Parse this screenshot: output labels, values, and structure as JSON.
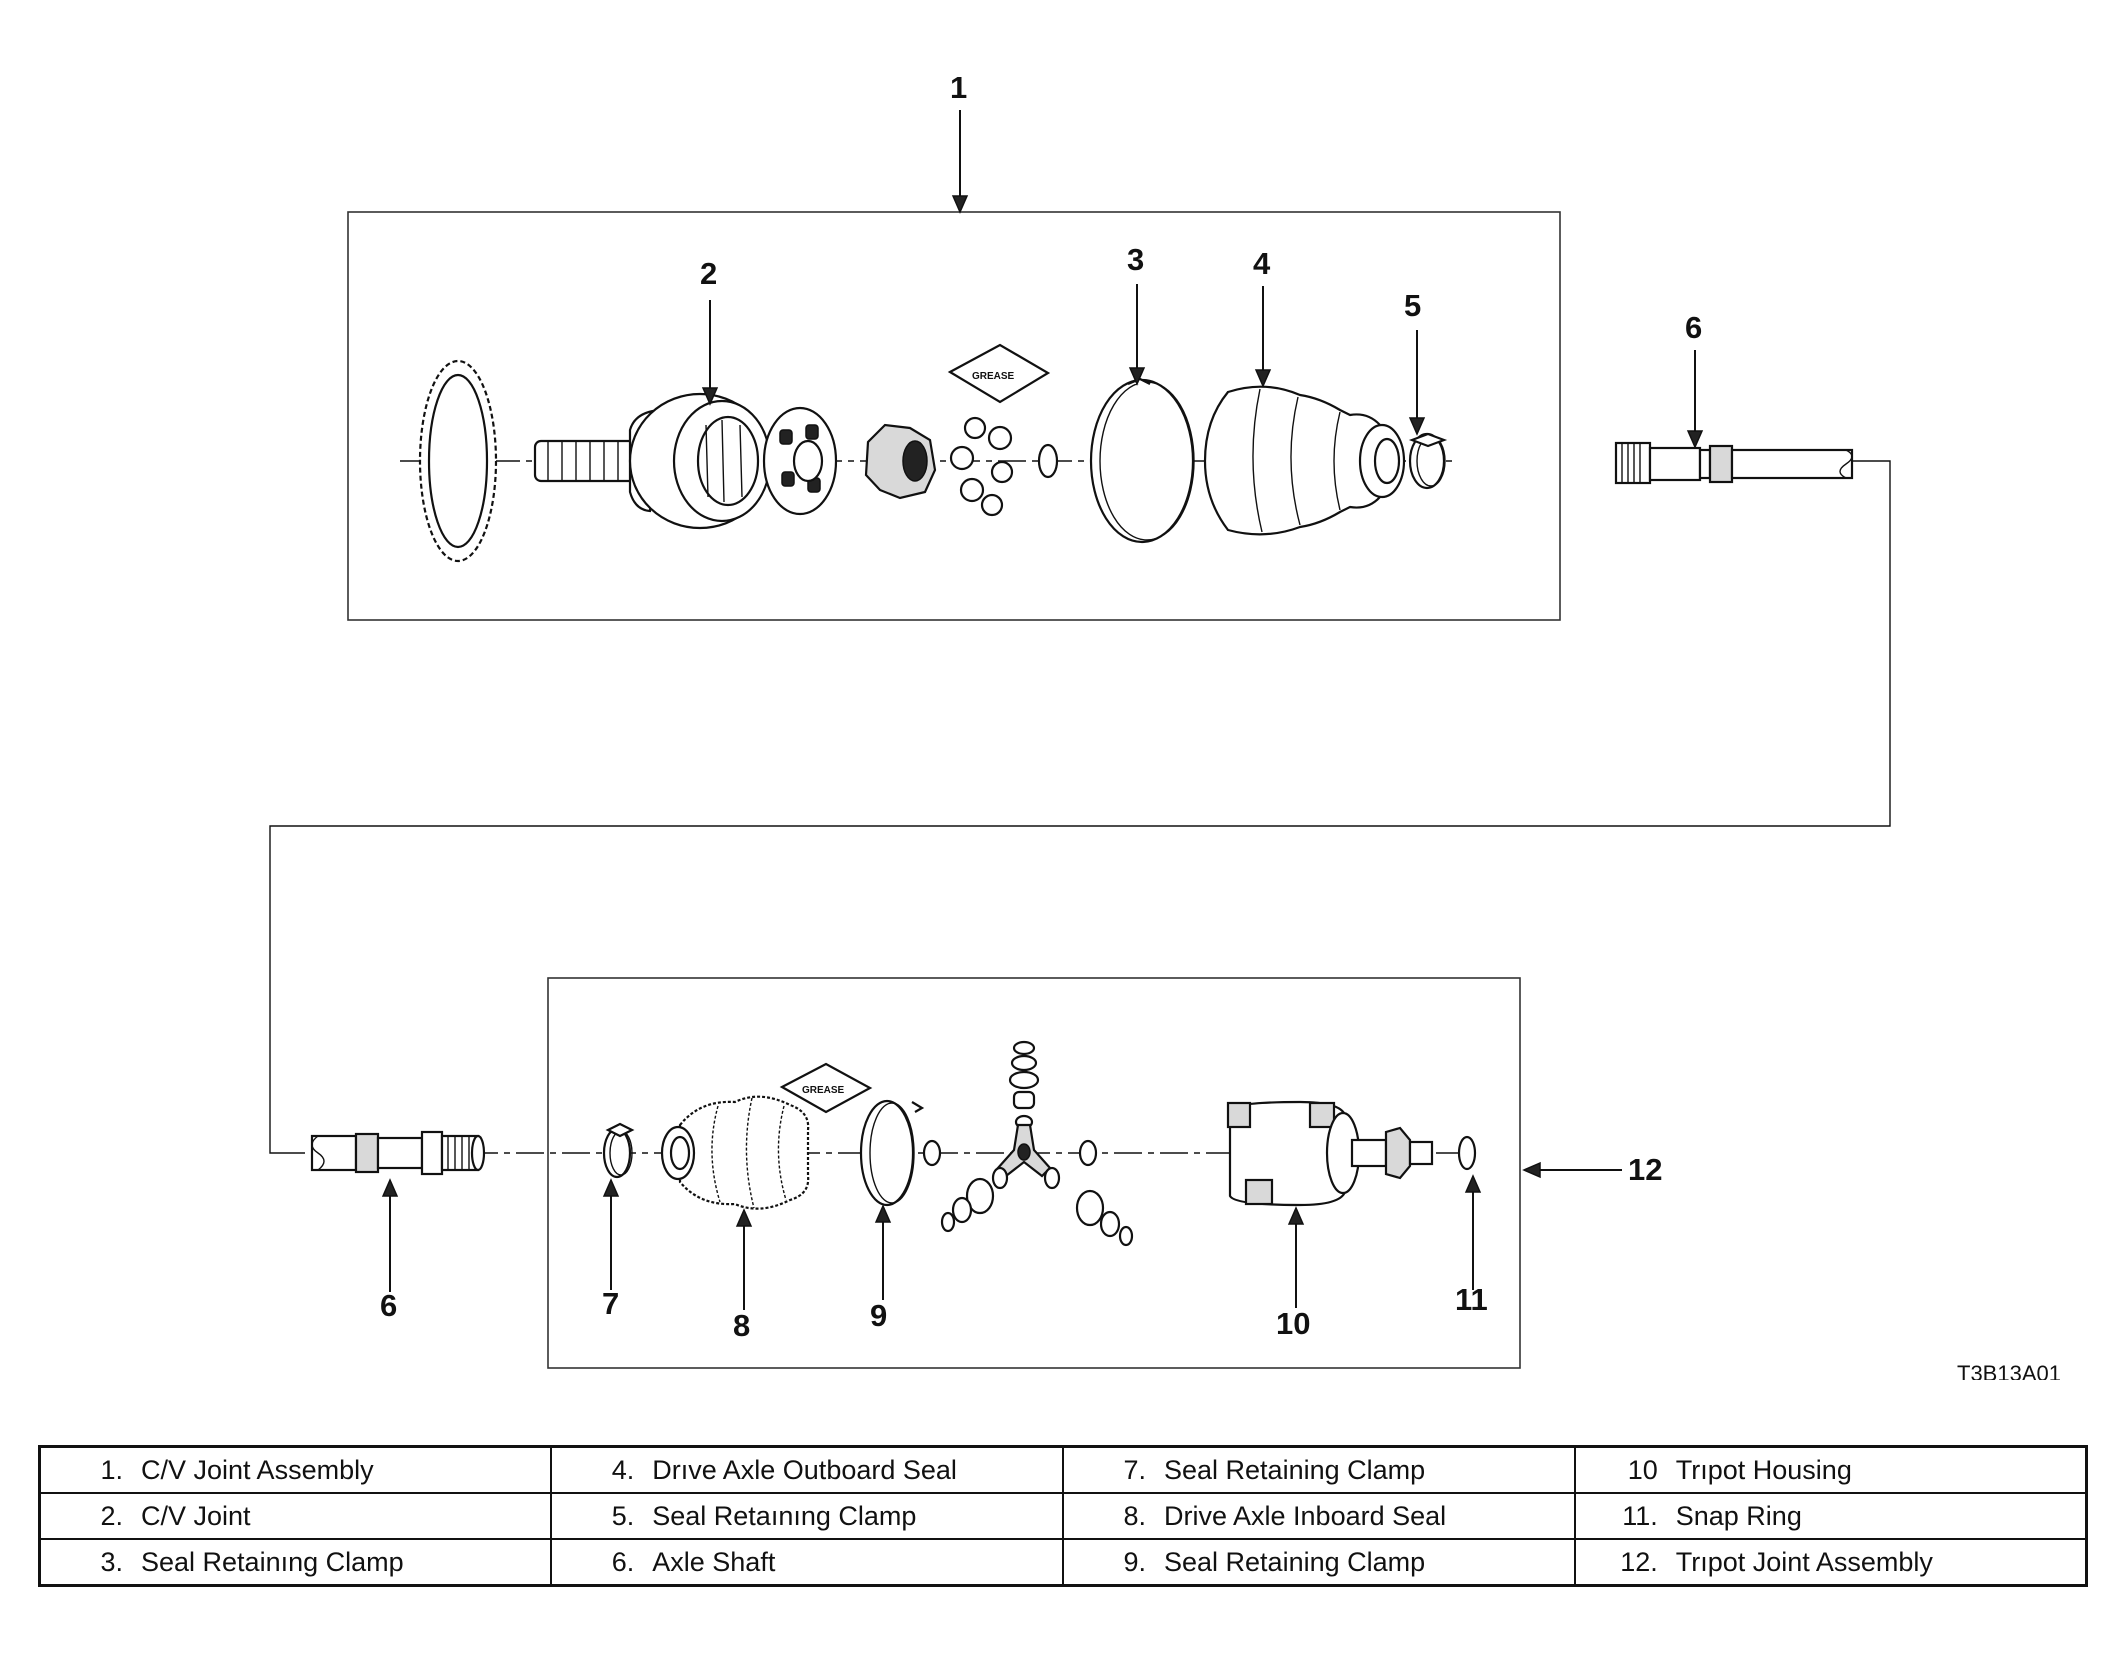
{
  "figure": {
    "id": "T3B13A01",
    "grease_label": "GREASE",
    "callouts": {
      "c1": "1",
      "c2": "2",
      "c3": "3",
      "c4": "4",
      "c5": "5",
      "c6a": "6",
      "c6b": "6",
      "c7": "7",
      "c8": "8",
      "c9": "9",
      "c10": "10",
      "c11": "11",
      "c12": "12"
    }
  },
  "legend": {
    "columns": [
      [
        {
          "num": "1.",
          "label": "C/V Joint Assembly"
        },
        {
          "num": "2.",
          "label": "C/V Joint"
        },
        {
          "num": "3.",
          "label": "Seal Retainıng Clamp"
        }
      ],
      [
        {
          "num": "4.",
          "label": "Drıve Axle Outboard Seal"
        },
        {
          "num": "5.",
          "label": "Seal Retaınıng Clamp"
        },
        {
          "num": "6.",
          "label": "Axle Shaft"
        }
      ],
      [
        {
          "num": "7.",
          "label": "Seal Retaining Clamp"
        },
        {
          "num": "8.",
          "label": "Drive Axle Inboard Seal"
        },
        {
          "num": "9.",
          "label": "Seal Retaining Clamp"
        }
      ],
      [
        {
          "num": "10",
          "label": "Trıpot Housing"
        },
        {
          "num": "11.",
          "label": "Snap Ring"
        },
        {
          "num": "12.",
          "label": "Trıpot Joint Assembly"
        }
      ]
    ]
  }
}
